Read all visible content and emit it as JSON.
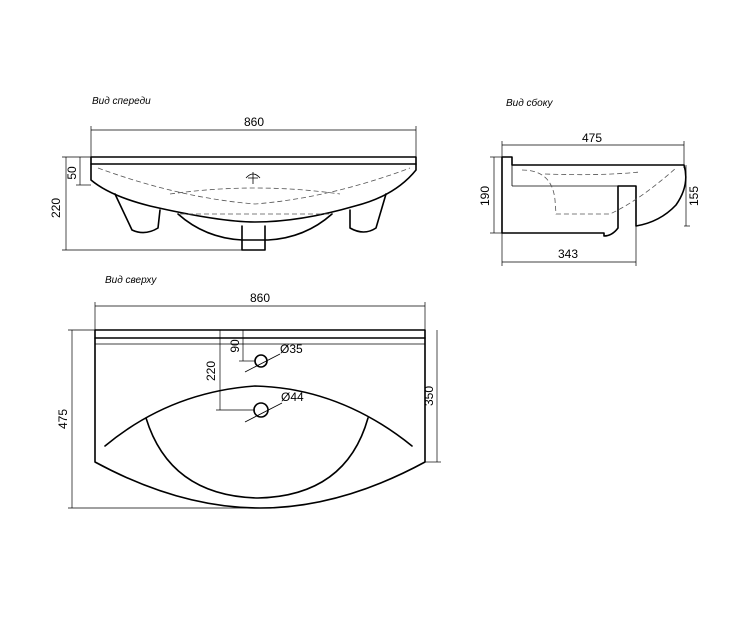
{
  "labels": {
    "front_view": "Вид спереди",
    "side_view": "Вид сбоку",
    "top_view": "Вид сверху"
  },
  "dimensions": {
    "front_width": "860",
    "front_height": "220",
    "front_rim": "50",
    "side_depth": "475",
    "side_height": "190",
    "side_right_height": "155",
    "side_bottom": "343",
    "top_width": "860",
    "top_depth": "475",
    "top_bowl": "350",
    "top_hole_offset": "220",
    "top_hole_offset_small": "90",
    "top_hole_small": "Ø35",
    "top_hole_large": "Ø44"
  }
}
